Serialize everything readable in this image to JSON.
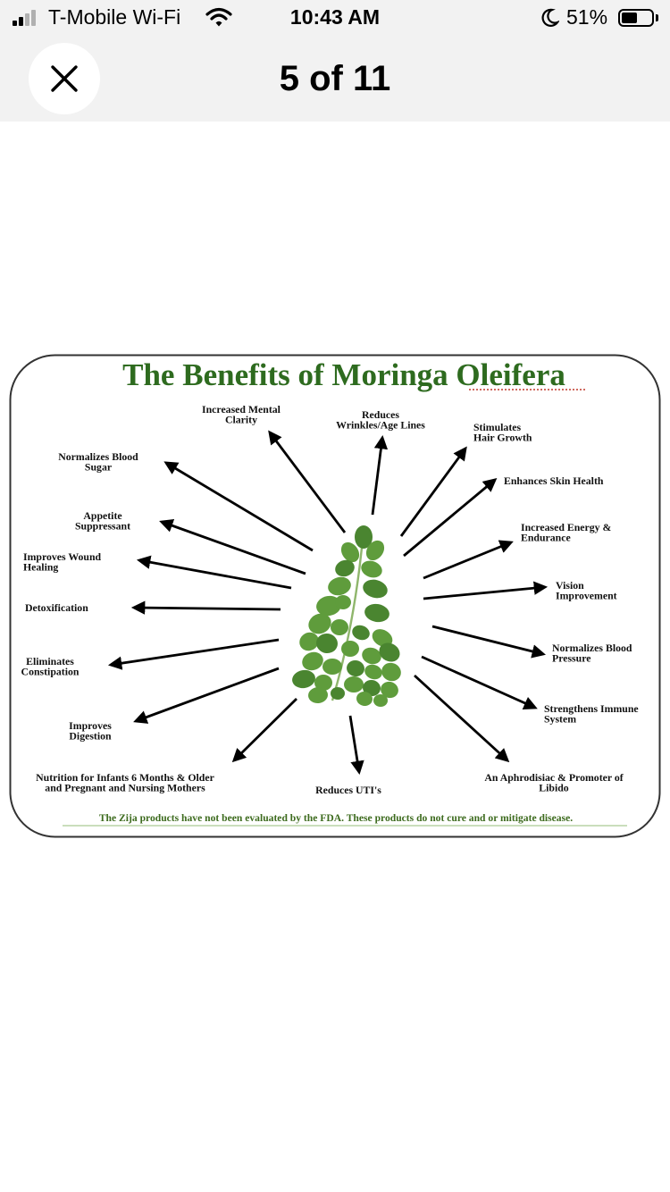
{
  "status_bar": {
    "carrier": "T-Mobile Wi-Fi",
    "time": "10:43 AM",
    "battery": "51%",
    "battery_level": 0.51
  },
  "nav": {
    "title": "5 of 11",
    "close_icon": "close-icon"
  },
  "infographic": {
    "title": "The Benefits of Moringa Oleifera",
    "benefits": {
      "clarity": [
        "Increased Mental",
        "Clarity"
      ],
      "wrinkles": [
        "Reduces",
        "Wrinkles/Age Lines"
      ],
      "hair": [
        "Stimulates",
        "Hair Growth"
      ],
      "skin": [
        "Enhances Skin Health"
      ],
      "energy": [
        "Increased Energy &",
        "Endurance"
      ],
      "vision": [
        "Vision",
        "Improvement"
      ],
      "pressure": [
        "Normalizes Blood",
        "Pressure"
      ],
      "immune": [
        "Strengthens Immune",
        "System"
      ],
      "libido": [
        "An Aphrodisiac & Promoter of",
        "Libido"
      ],
      "uti": [
        "Reduces UTI's"
      ],
      "infants": [
        "Nutrition for Infants 6 Months & Older",
        "and Pregnant and Nursing Mothers"
      ],
      "digestion": [
        "Improves",
        "Digestion"
      ],
      "constipation": [
        "Eliminates",
        "Constipation"
      ],
      "detox": [
        "Detoxification"
      ],
      "wound": [
        "Improves Wound",
        "Healing"
      ],
      "appetite": [
        "Appetite",
        "Suppressant"
      ],
      "sugar": [
        "Normalizes Blood",
        "Sugar"
      ]
    },
    "disclaimer": "The Zija products have not been evaluated by the FDA. These products do not cure and or mitigate disease.",
    "colors": {
      "title": "#2e6b1f",
      "leaf": "#5f9c3c",
      "leaf_dark": "#4a8530",
      "disclaimer": "#3d6b1e"
    }
  }
}
